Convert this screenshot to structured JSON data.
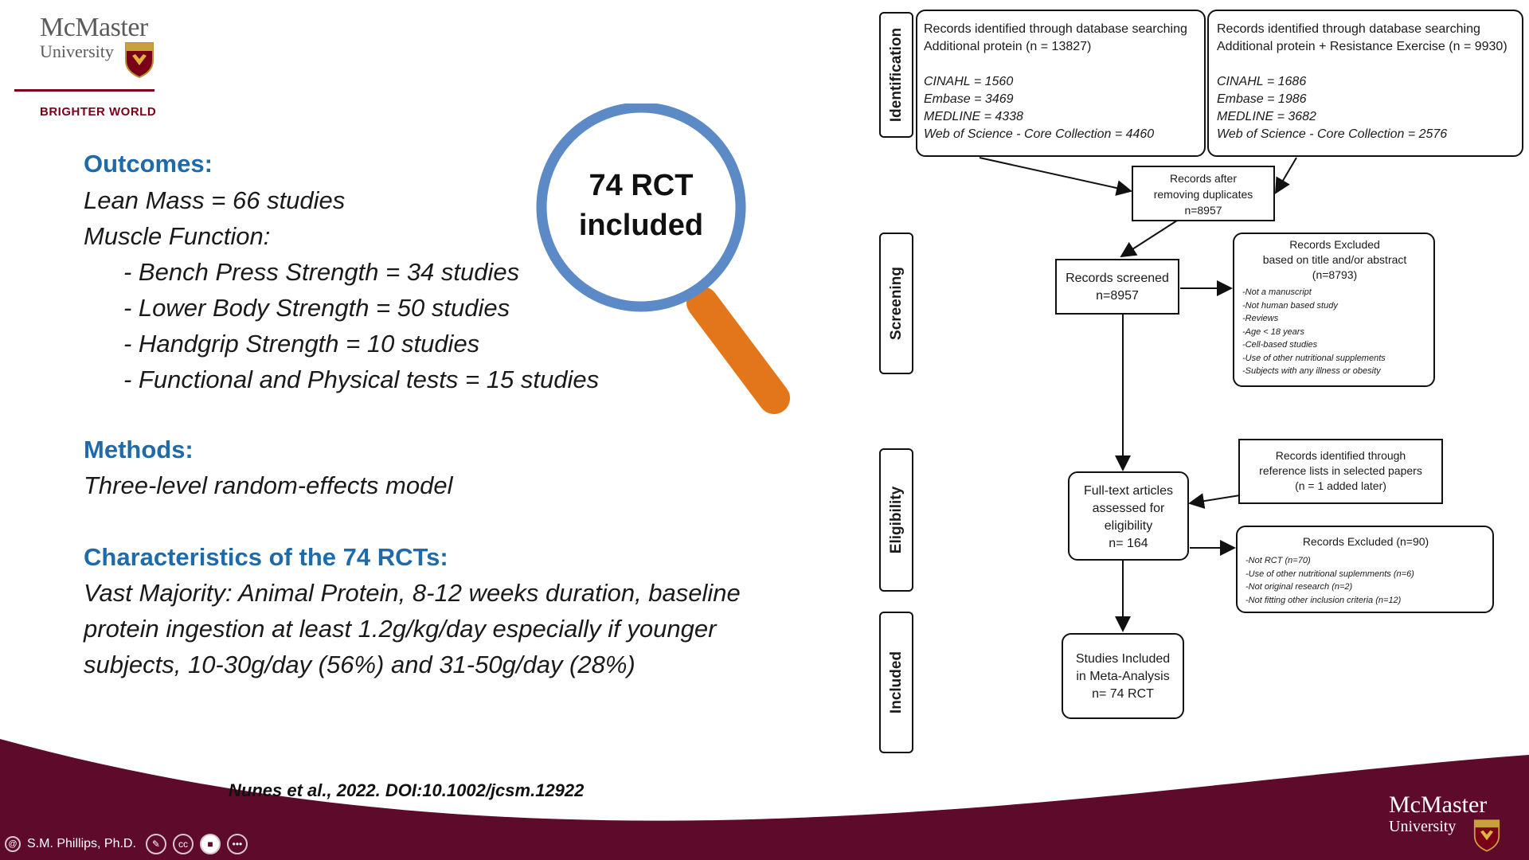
{
  "logo": {
    "line1": "McMaster",
    "line2": "University",
    "tagline": "BRIGHTER WORLD"
  },
  "outcomes": {
    "heading": "Outcomes:",
    "lines": [
      "Lean Mass = 66 studies",
      "Muscle Function:",
      "- Bench Press Strength = 34 studies",
      "- Lower Body Strength = 50 studies",
      "- Handgrip Strength = 10 studies",
      "- Functional and Physical tests = 15 studies"
    ]
  },
  "methods": {
    "heading": "Methods:",
    "text": "Three-level random-effects model"
  },
  "characteristics": {
    "heading": "Characteristics of the 74 RCTs:",
    "lines": [
      "Vast Majority: Animal Protein, 8-12 weeks duration, baseline",
      "protein ingestion at least 1.2g/kg/day especially if younger",
      "subjects, 10-30g/day (56%) and 31-50g/day (28%)"
    ]
  },
  "magnifier": {
    "line1": "74 RCT",
    "line2": "included",
    "rim_color": "#5b8ac6",
    "handle_color": "#e3761b"
  },
  "prisma": {
    "stages": [
      "Identification",
      "Screening",
      "Eligibility",
      "Included"
    ],
    "id_left": {
      "line1": "Records identified through database searching",
      "line2": "Additional protein  (n = 13827)",
      "db": [
        "CINAHL = 1560",
        "Embase = 3469",
        "MEDLINE = 4338",
        "Web of Science - Core Collection = 4460"
      ]
    },
    "id_right": {
      "line1": "Records identified through database searching",
      "line2": "Additional protein + Resistance Exercise (n = 9930)",
      "db": [
        "CINAHL = 1686",
        "Embase = 1986",
        "MEDLINE = 3682",
        "Web of Science - Core Collection = 2576"
      ]
    },
    "dedup": [
      "Records after",
      "removing duplicates",
      "n=8957"
    ],
    "screened": [
      "Records screened",
      "n=8957"
    ],
    "excluded_title": {
      "lines": [
        "Records Excluded",
        "based on title and/or abstract",
        "(n=8793)"
      ],
      "reasons": [
        "-Not a manuscript",
        "-Not human based study",
        "-Reviews",
        "-Age < 18 years",
        "-Cell-based studies",
        "-Use of other nutritional  supplements",
        "-Subjects with any illness or obesity"
      ]
    },
    "reference": [
      "Records identified through",
      "reference lists in selected papers",
      "(n = 1 added later)"
    ],
    "fulltext": [
      "Full-text articles",
      "assessed for",
      "eligibility",
      "n= 164"
    ],
    "excluded_full": {
      "title": "Records Excluded (n=90)",
      "reasons": [
        "-Not RCT (n=70)",
        "-Use of other nutritional suplemments (n=6)",
        "-Not original research (n=2)",
        "-Not fitting other inclusion criteria (n=12)"
      ]
    },
    "included": [
      "Studies Included",
      "in Meta-Analysis",
      "n= 74 RCT"
    ]
  },
  "citation": "Nunes et al., 2022. DOI:10.1002/jcsm.12922",
  "footer": {
    "logo1": "McMaster",
    "logo2": "University",
    "presenter": "S.M. Phillips, Ph.D.",
    "accent": "#5e0a2a"
  }
}
